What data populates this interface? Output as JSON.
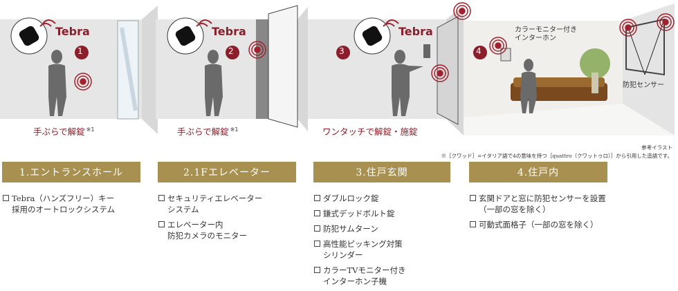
{
  "scenes": [
    {
      "number": "1",
      "caption": "手ぶらで解錠",
      "footnote": "※1"
    },
    {
      "number": "2",
      "caption": "手ぶらで解錠",
      "footnote": "※1"
    },
    {
      "number": "3",
      "caption": "ワンタッチで解錠・施錠",
      "footnote": ""
    },
    {
      "number": "4",
      "caption": "",
      "footnote": ""
    }
  ],
  "brand": "Tebra",
  "labels": {
    "intercom": "カラーモニター付き\nインターホン",
    "sensor": "防犯センサー"
  },
  "ref_illustration": "参考イラスト",
  "ref_note": "※［クワッド］=イタリア語で4の意味を持つ［quattro（クワットゥロ）］から引用した造語です。",
  "sections": [
    {
      "title": "1.エントランスホール",
      "items": [
        "Tebra（ハンズフリー）キー\n採用のオートロックシステム"
      ]
    },
    {
      "title": "2.1Fエレベーター",
      "items": [
        "セキュリティエレベーター\nシステム",
        "エレベーター内\n防犯カメラのモニター"
      ]
    },
    {
      "title": "3.住戸玄関",
      "items": [
        "ダブルロック錠",
        "鎌式デッドボルト錠",
        "防犯サムターン",
        "高性能ピッキング対策\nシリンダー",
        "カラーTVモニター付き\nインターホン子機"
      ]
    },
    {
      "title": "4.住戸内",
      "items": [
        "玄関ドアと窓に防犯センサーを設置\n（一部の窓を除く）",
        "可動式面格子（一部の窓を除く）"
      ]
    }
  ],
  "colors": {
    "accent": "#8a1f2b",
    "bar": "#a89050",
    "wall": "#e8e8e8"
  }
}
